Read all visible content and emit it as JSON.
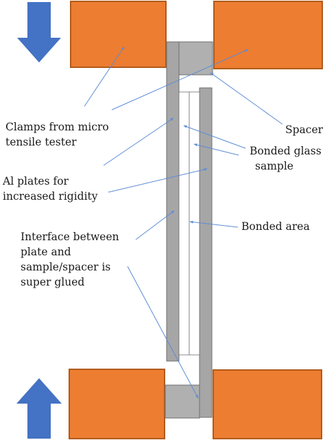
{
  "colors": {
    "clamp_fill": "#ed7d31",
    "clamp_stroke": "#b05a1a",
    "plate_fill": "#a6a6a6",
    "plate_stroke": "#6e6e6e",
    "spacer_fill": "#b0b0b0",
    "sample_fill": "#ffffff",
    "arrow_fill": "#4472c4",
    "leader_line": "#5b8bd6",
    "text": "#1a1a1a"
  },
  "icons": {
    "load_arrow_top": "down-arrow-icon",
    "load_arrow_bottom": "up-arrow-icon"
  },
  "labels": {
    "clamps": [
      "Clamps from micro",
      "tensile tester"
    ],
    "spacer": [
      "Spacer"
    ],
    "bonded_glass": [
      "Bonded glass",
      "sample"
    ],
    "al_plates": [
      "Al plates for",
      "increased rigidity"
    ],
    "bonded_area": [
      "Bonded area"
    ],
    "interface": [
      "Interface between",
      "plate and",
      "sample/spacer is",
      "super glued"
    ]
  }
}
